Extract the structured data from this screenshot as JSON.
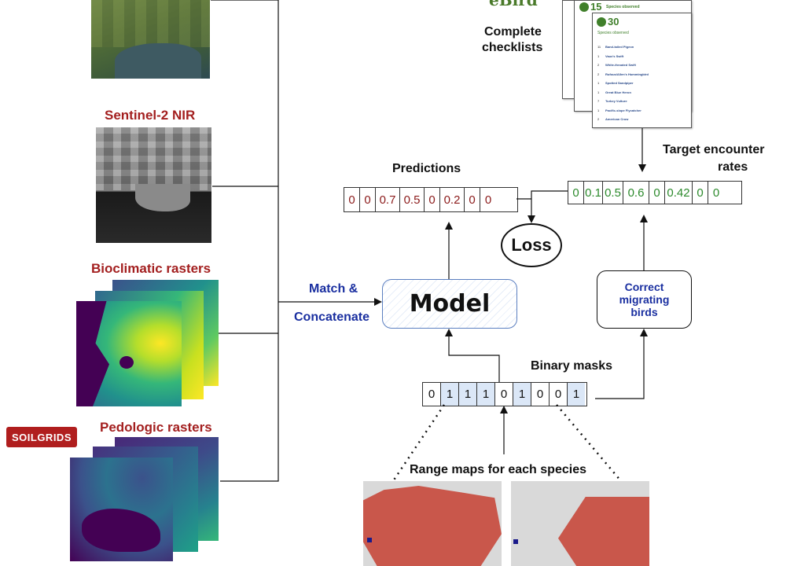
{
  "labels": {
    "sentinel_nir": "Sentinel-2 NIR",
    "bioclimatic": "Bioclimatic rasters",
    "pedologic": "Pedologic rasters",
    "soilgrids": "SOILGRIDS",
    "complete_checklists_1": "Complete",
    "complete_checklists_2": "checklists",
    "ebird": "eBird",
    "predictions": "Predictions",
    "target_rates_1": "Target encounter",
    "target_rates_2": "rates",
    "loss": "Loss",
    "model": "Model",
    "match_1": "Match &",
    "match_2": "Concatenate",
    "correct_1": "Correct",
    "correct_2": "migrating",
    "correct_3": "birds",
    "binary_masks": "Binary masks",
    "range_maps": "Range maps for each species"
  },
  "vectors": {
    "predictions": [
      "0",
      "0",
      "0.7",
      "0.5",
      "0",
      "0.2",
      "0",
      "0"
    ],
    "target": [
      "0",
      "0.1",
      "0.5",
      "0.6",
      "0",
      "0.42",
      "0",
      "0"
    ],
    "mask": [
      "0",
      "1",
      "1",
      "1",
      "0",
      "1",
      "0",
      "0",
      "1"
    ]
  },
  "checklist": {
    "front_count": "30",
    "back_count": "15",
    "species_observed": "Species observed",
    "rows": [
      {
        "n": "11",
        "name": "Band-tailed Pigeon"
      },
      {
        "n": "1",
        "name": "Vaux's Swift"
      },
      {
        "n": "2",
        "name": "White-throated Swift"
      },
      {
        "n": "2",
        "name": "Rufous/Allen's Hummingbird"
      },
      {
        "n": "1",
        "name": "Spotted Sandpiper"
      },
      {
        "n": "1",
        "name": "Great Blue Heron"
      },
      {
        "n": "7",
        "name": "Turkey Vulture"
      },
      {
        "n": "1",
        "name": "Pacific-slope Flycatcher"
      },
      {
        "n": "2",
        "name": "American Crow"
      }
    ]
  },
  "colors": {
    "prediction_text": "#8b1a1a",
    "target_text": "#2c8a2c",
    "raster_label": "#a31f1f",
    "blue_label": "#1a2fa0",
    "range_fill": "#c9574b"
  }
}
